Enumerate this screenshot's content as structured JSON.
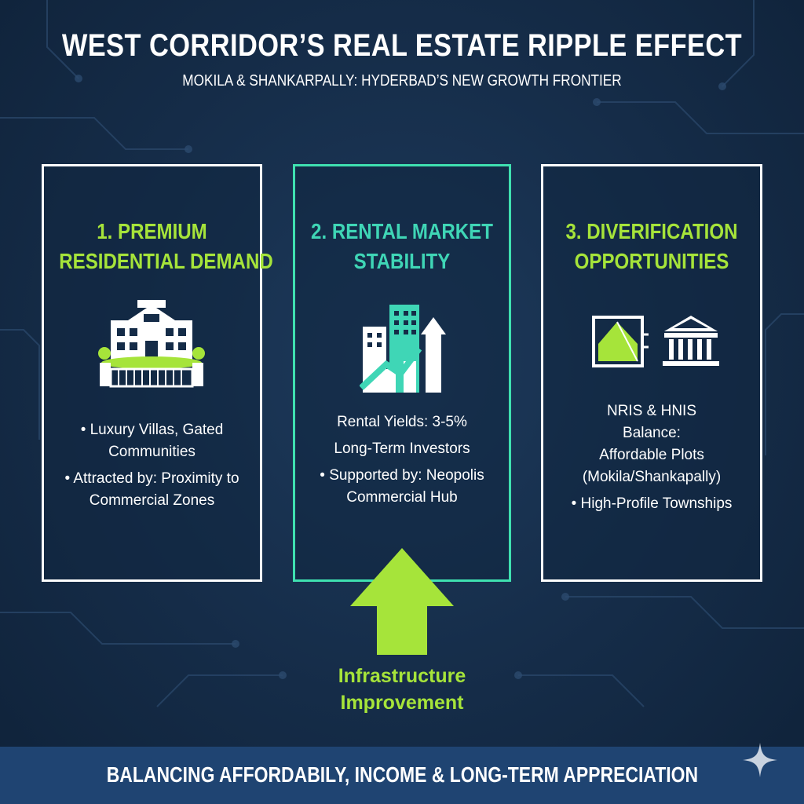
{
  "header": {
    "title": "WEST CORRIDOR’S REAL ESTATE RIPPLE EFFECT",
    "subtitle": "MOKILA & SHANKARPALLY: HYDERBAD’S NEW GROWTH FRONTIER"
  },
  "cards": [
    {
      "title_line1": "1. PREMIUM",
      "title_line2": "RESIDENTIAL DEMAND",
      "icon": "gated-villa-icon",
      "lines": [
        "•  Luxury Villas, Gated",
        "Communities",
        "•  Attracted by: Proximity to",
        "Commercial Zones"
      ]
    },
    {
      "title_line1": "2. RENTAL MARKET",
      "title_line2": "STABILITY",
      "icon": "rising-buildings-chart-icon",
      "lines": [
        "Rental Yields: 3-5%",
        "Long-Term Investors",
        "•  Supported by: Neopolis",
        "Commercial Hub"
      ]
    },
    {
      "title_line1": "3. DIVERIFICATION",
      "title_line2": "OPPORTUNITIES",
      "icon": "plot-and-bank-icon",
      "lines": [
        "NRIS & HNIS",
        "Balance:",
        "Affordable Plots",
        "(Mokila/Shankapally)",
        "•  High-Profile Townships"
      ]
    }
  ],
  "driver": {
    "line1": "Infrastructure",
    "line2": "Improvement",
    "icon": "up-arrow-icon"
  },
  "footer": {
    "text": "BALANCING AFFORDABILY, INCOME & LONG-TERM APPRECIATION",
    "icon": "sparkle-icon"
  },
  "colors": {
    "background": "#152c48",
    "accent_green": "#a6e43a",
    "accent_teal": "#3fd6b6",
    "footer_bar": "#1f4472"
  }
}
